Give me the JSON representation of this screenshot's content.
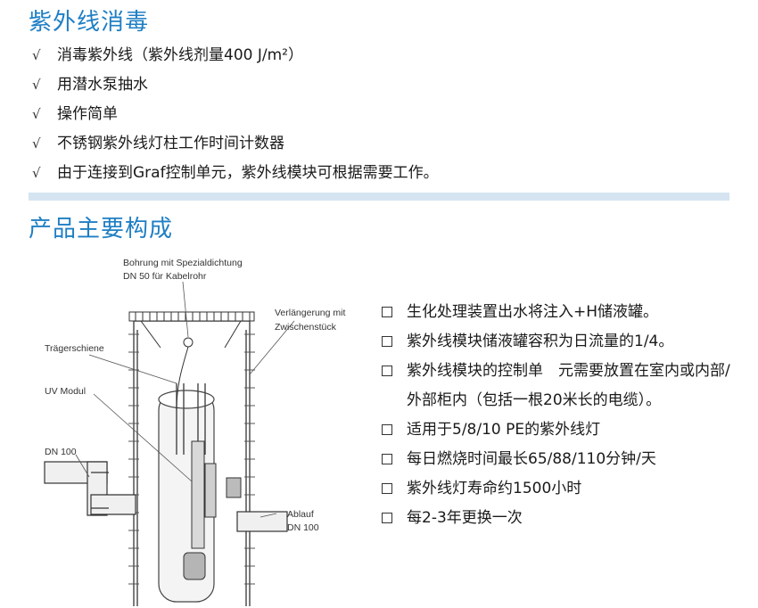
{
  "section1": {
    "title": "紫外线消毒",
    "check_mark": "√",
    "items": [
      "消毒紫外线（紫外线剂量400 J/m²）",
      "用潜水泵抽水",
      "操作简单",
      "不锈钢紫外线灯柱工作时间计数器",
      "由于连接到Graf控制单元，紫外线模块可根据需要工作。"
    ]
  },
  "section2": {
    "title": "产品主要构成",
    "features": [
      "生化处理装置出水将注入+H储液罐。",
      "紫外线模块储液罐容积为日流量的1/4。",
      "紫外线模块的控制单　元需要放置在室内或内部/外部柜内（包括一根20米长的电缆）。",
      "适用于5/8/10 PE的紫外线灯",
      "每日燃烧时间最长65/88/110分钟/天",
      "紫外线灯寿命约1500小时",
      "每2-3年更换一次"
    ]
  },
  "diagram": {
    "labels": {
      "bohrung_line1": "Bohrung mit Spezialdichtung",
      "bohrung_line2": "DN 50 für Kabelrohr",
      "verlaengerung_line1": "Verlängerung mit",
      "verlaengerung_line2": "Zwischenstück",
      "traegerschiene": "Trägerschiene",
      "uv_modul": "UV Modul",
      "dn100_inlet": "DN 100",
      "ablauf_line1": "Ablauf",
      "ablauf_line2": "DN 100"
    }
  },
  "colors": {
    "accent": "#1f7fc4",
    "divider": "#d5e4f0"
  }
}
